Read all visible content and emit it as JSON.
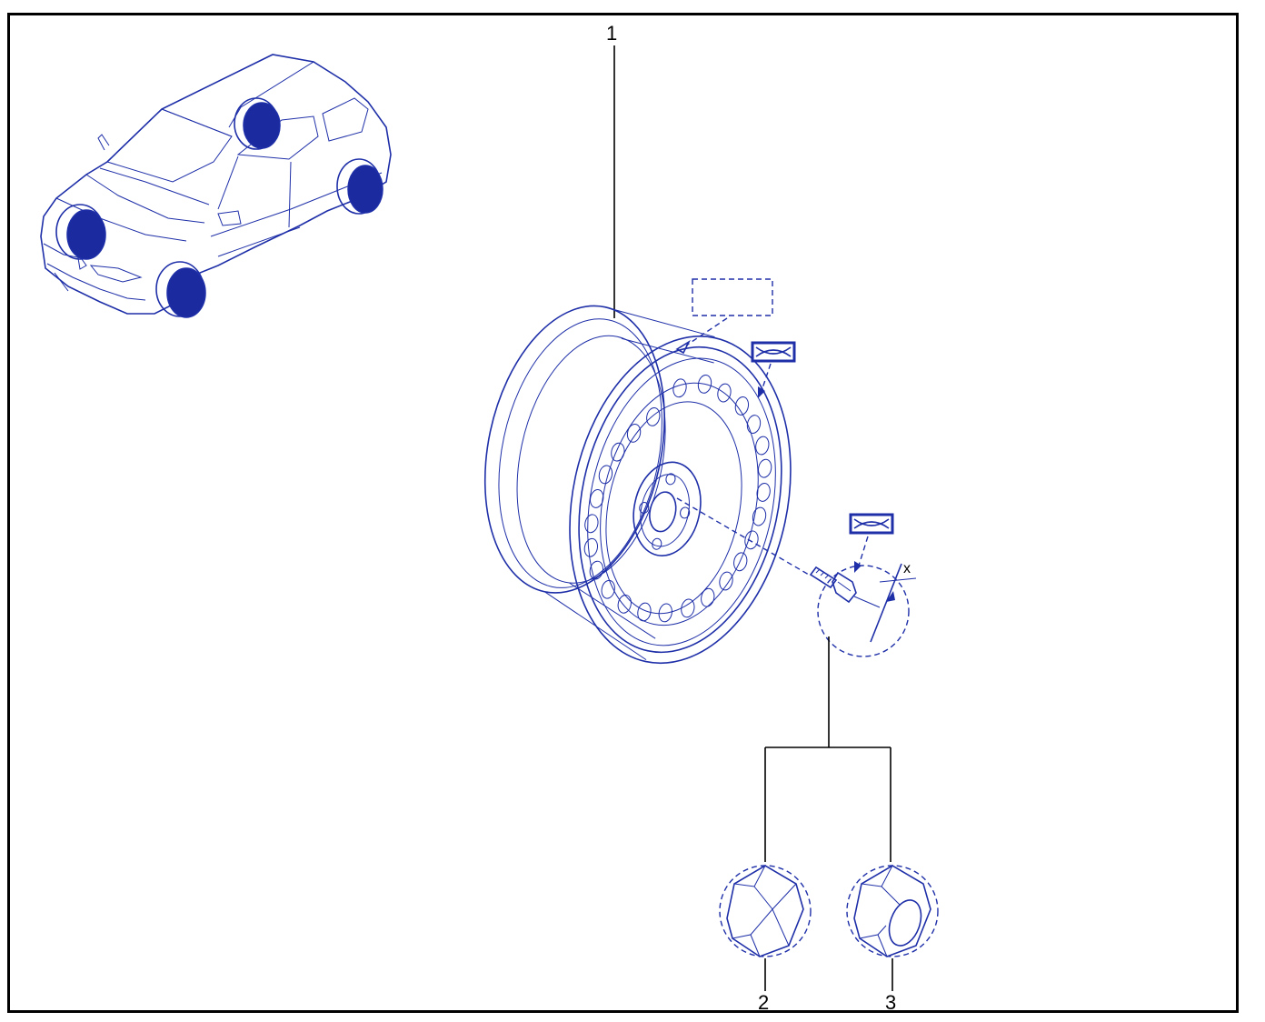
{
  "callouts": {
    "wheel": "1",
    "nut_variant_a": "2",
    "nut_variant_b": "3"
  },
  "dimension_label": "x",
  "colors": {
    "drawing": "#1e2fa8",
    "leader": "#000000",
    "fill_dark": "#1b2a9e"
  },
  "icons": {
    "grease_symbol_upper": "lubricant-symbol",
    "grease_symbol_lower": "lubricant-symbol",
    "label_placeholder": "label-box"
  }
}
